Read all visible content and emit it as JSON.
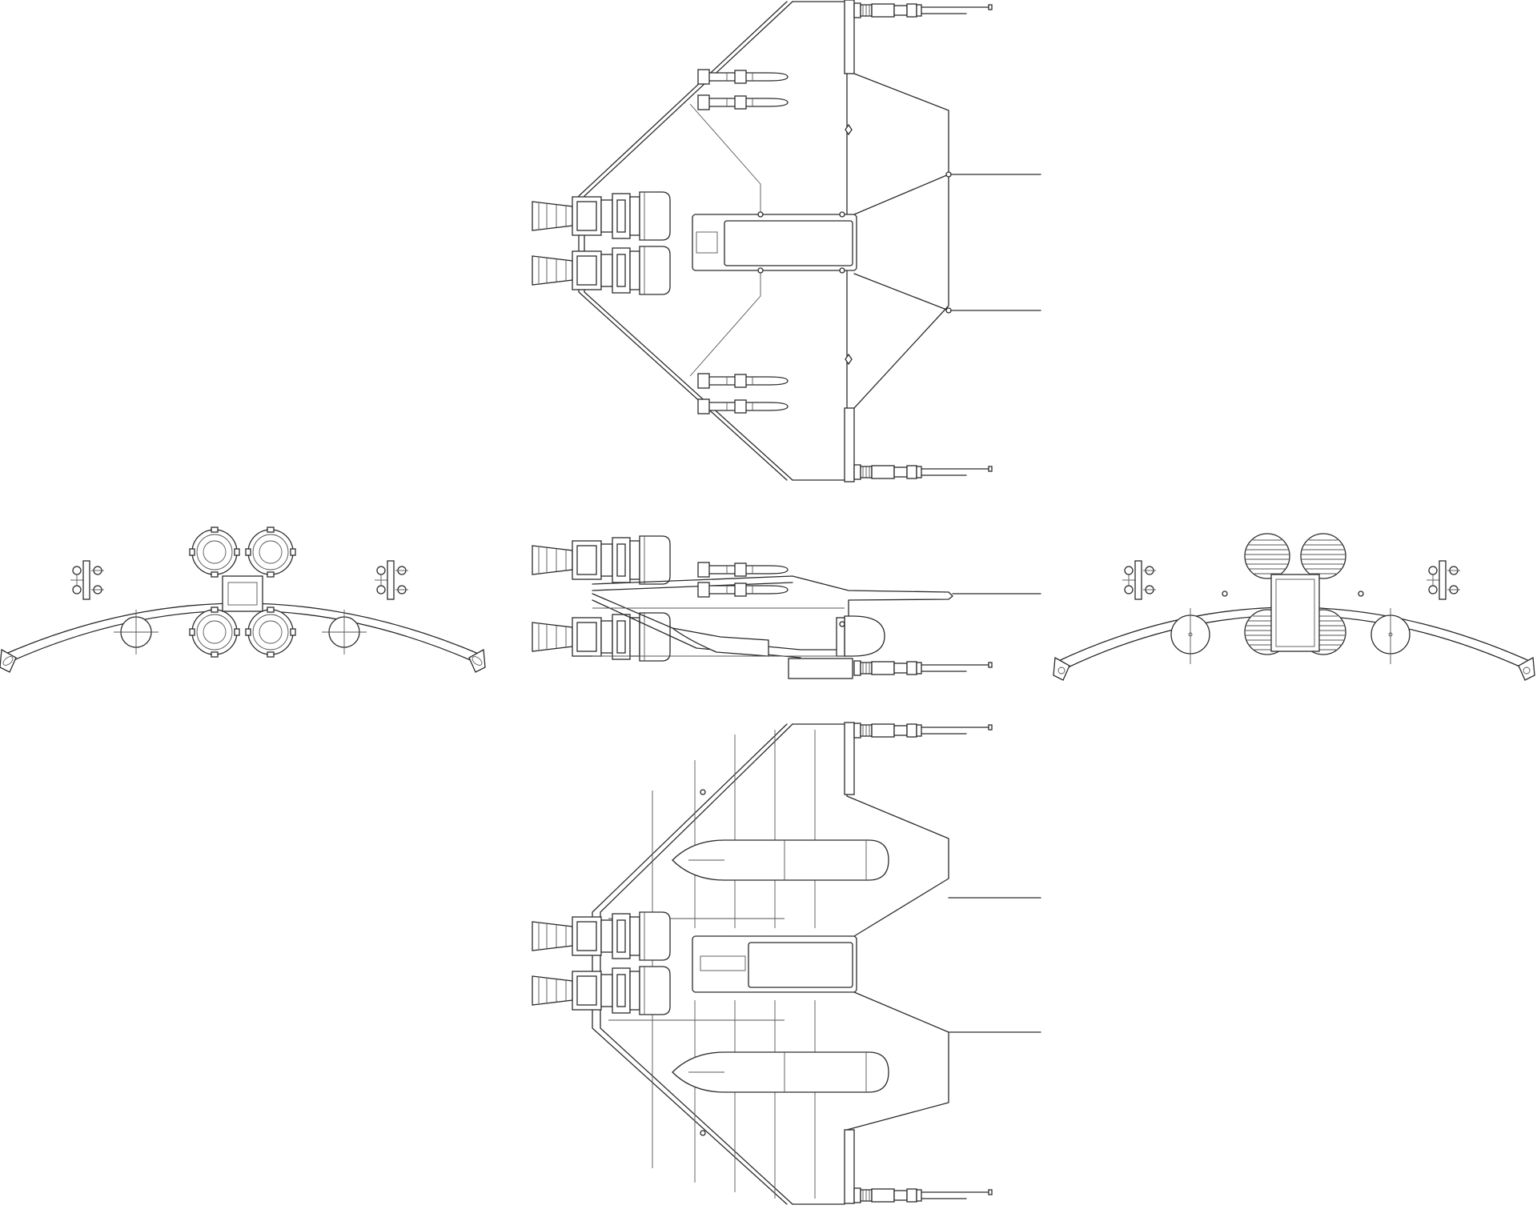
{
  "drawing": {
    "background_color": "#ffffff",
    "line_color": "#2b2b2b",
    "views": [
      {
        "name": "top"
      },
      {
        "name": "side"
      },
      {
        "name": "bottom"
      },
      {
        "name": "front"
      },
      {
        "name": "rear"
      }
    ]
  }
}
